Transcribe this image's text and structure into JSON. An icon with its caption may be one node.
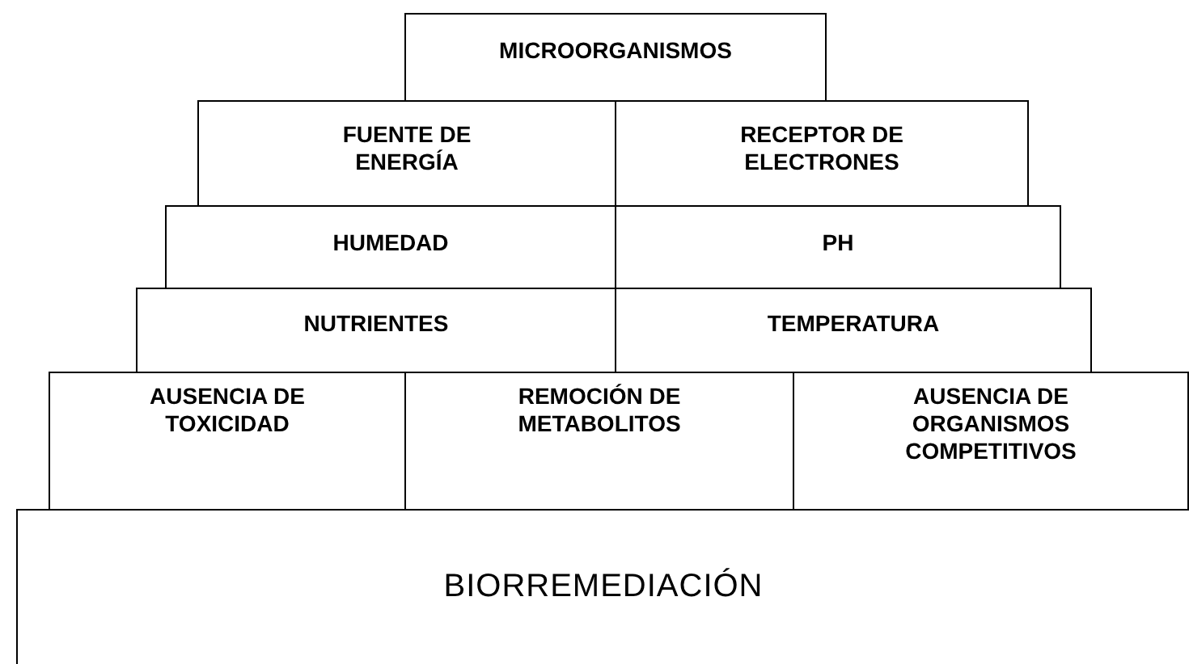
{
  "diagram": {
    "nodes": [
      {
        "text": [
          "MICROORGANISMOS"
        ]
      },
      {
        "text": [
          "FUENTE DE ENERGÍA"
        ]
      },
      {
        "text": [
          "RECEPTOR DE ELECTRONES"
        ]
      },
      {
        "text": [
          "HUMEDAD"
        ]
      },
      {
        "text": [
          "PH"
        ]
      },
      {
        "text": [
          "NUTRIENTES"
        ]
      },
      {
        "text": [
          "TEMPERATURA"
        ]
      },
      {
        "text": [
          "AUSENCIA DE TOXICIDAD"
        ]
      },
      {
        "text": [
          "REMOCIÓN DE METABOLITOS"
        ]
      },
      {
        "text": [
          "AUSENCIA DE ORGANISMOS COMPETITIVOS"
        ]
      },
      {
        "text": [
          "BIORREMEDIACIÓN"
        ]
      }
    ]
  }
}
